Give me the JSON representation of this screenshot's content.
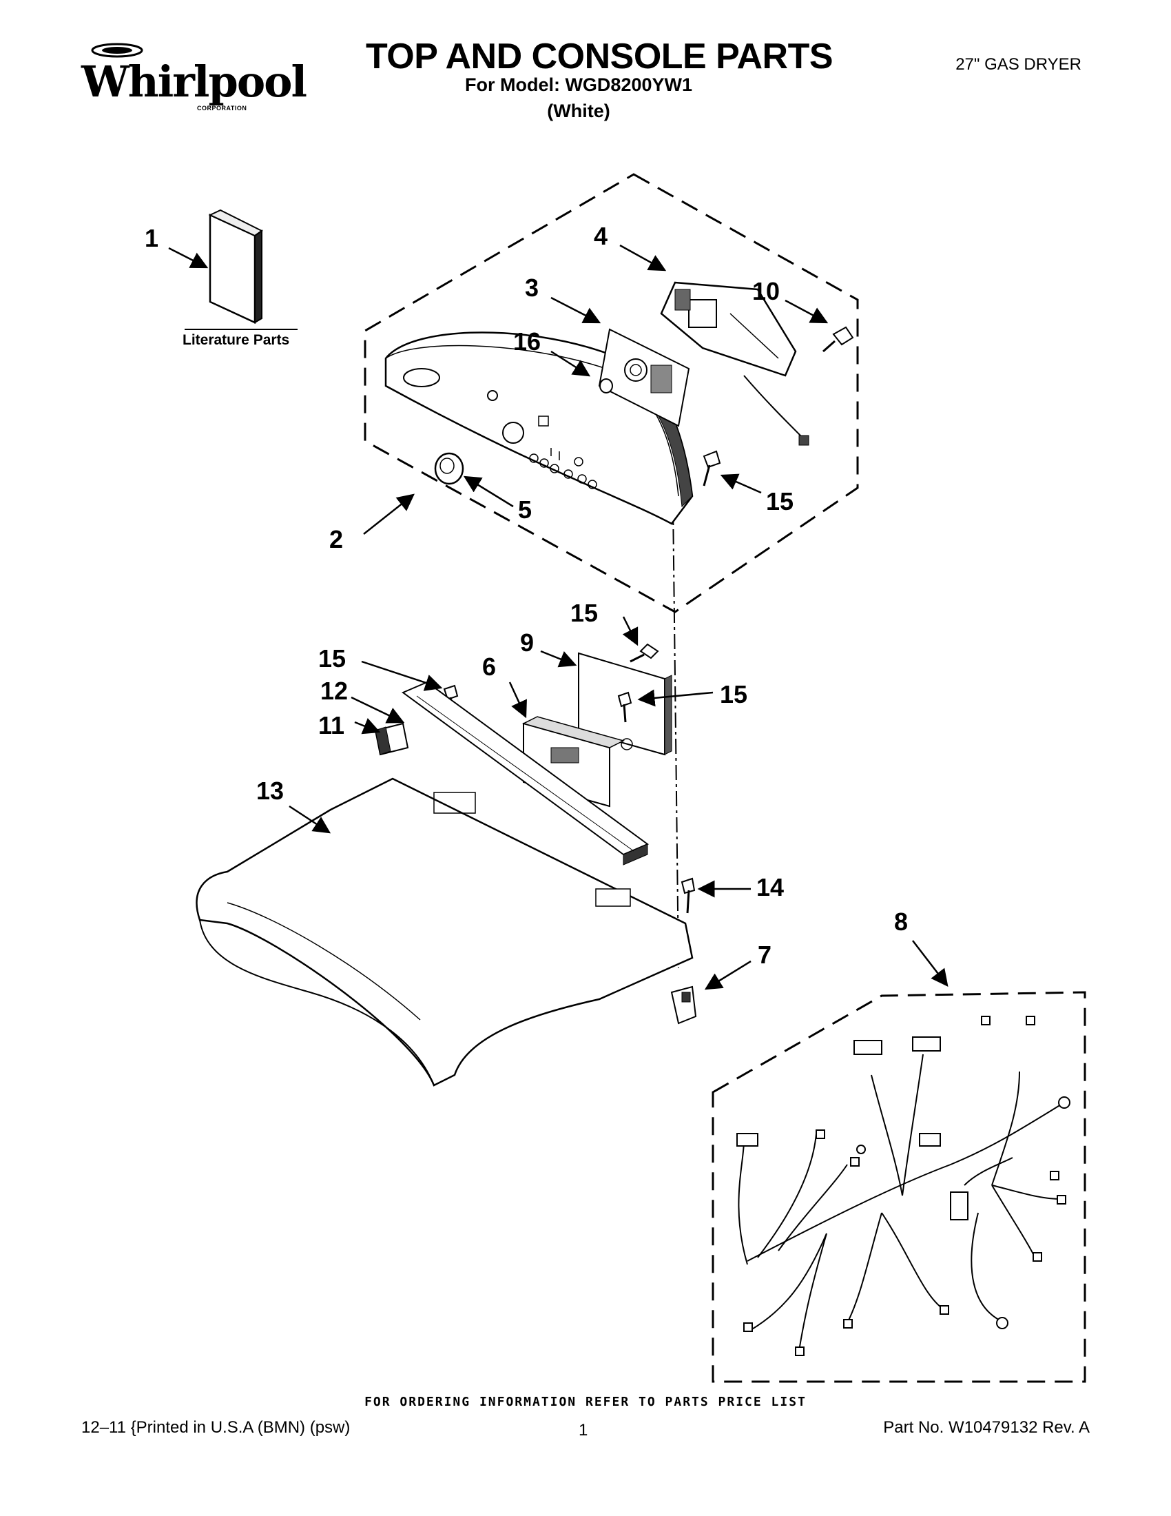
{
  "header": {
    "brand": "Whirlpool",
    "brand_sub": "CORPORATION",
    "title": "TOP AND CONSOLE PARTS",
    "model_line": "For Model: WGD8200YW1",
    "color_line": "(White)",
    "product_type": "27\" GAS DRYER"
  },
  "diagram": {
    "literature_label": "Literature Parts",
    "callouts": {
      "c1": "1",
      "c2": "2",
      "c3": "3",
      "c4": "4",
      "c5": "5",
      "c6": "6",
      "c7": "7",
      "c8": "8",
      "c9": "9",
      "c10": "10",
      "c11": "11",
      "c12": "12",
      "c13": "13",
      "c14": "14",
      "c15a": "15",
      "c15b": "15",
      "c15c": "15",
      "c15d": "15",
      "c16": "16"
    }
  },
  "footer": {
    "ordering_note": "FOR ORDERING INFORMATION REFER TO PARTS PRICE LIST",
    "print_info": "12–11 {Printed in U.S.A (BMN) (psw)",
    "page_number": "1",
    "part_number": "Part No. W10479132 Rev. A"
  }
}
